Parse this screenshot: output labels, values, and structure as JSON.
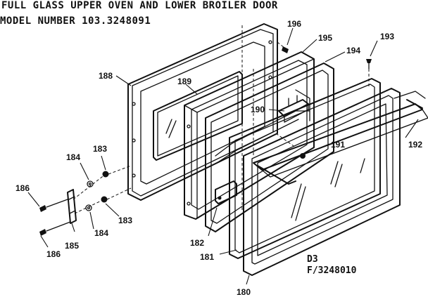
{
  "header": {
    "title": "FULL GLASS UPPER OVEN AND LOWER BROILER DOOR",
    "model": "MODEL NUMBER  103.3248091"
  },
  "footer": {
    "section_code": "D3",
    "figure_code": "F/3248010"
  },
  "parts": [
    {
      "id": "180"
    },
    {
      "id": "181"
    },
    {
      "id": "182"
    },
    {
      "id": "183"
    },
    {
      "id": "183"
    },
    {
      "id": "184"
    },
    {
      "id": "184"
    },
    {
      "id": "185"
    },
    {
      "id": "186"
    },
    {
      "id": "186"
    },
    {
      "id": "188"
    },
    {
      "id": "189"
    },
    {
      "id": "190"
    },
    {
      "id": "191"
    },
    {
      "id": "192"
    },
    {
      "id": "193"
    },
    {
      "id": "194"
    },
    {
      "id": "195"
    },
    {
      "id": "196"
    }
  ]
}
